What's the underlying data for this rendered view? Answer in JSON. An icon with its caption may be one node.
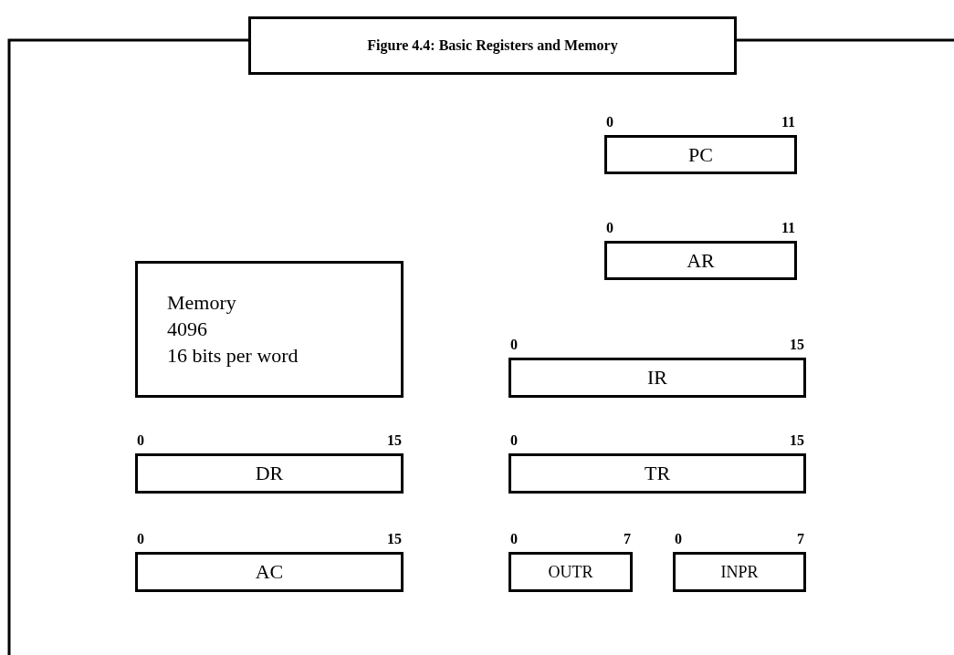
{
  "diagram": {
    "title": "Figure 4.4: Basic Registers and Memory",
    "nodes": [
      {
        "text": [
          "PC"
        ],
        "beside": [
          "0",
          "11"
        ]
      },
      {
        "text": [
          "AR"
        ],
        "beside": [
          "0",
          "11"
        ]
      },
      {
        "text": [
          "Memory",
          "4096",
          "16 bits per word"
        ]
      },
      {
        "text": [
          "IR"
        ],
        "beside": [
          "0",
          "15"
        ]
      },
      {
        "text": [
          "DR"
        ],
        "beside": [
          "0",
          "15"
        ]
      },
      {
        "text": [
          "TR"
        ],
        "beside": [
          "0",
          "15"
        ]
      },
      {
        "text": [
          "AC"
        ],
        "beside": [
          "0",
          "15"
        ]
      },
      {
        "text": [
          "OUTR"
        ],
        "beside": [
          "0",
          "7"
        ]
      },
      {
        "text": [
          "INPR"
        ],
        "beside": [
          "0",
          "7"
        ]
      }
    ]
  }
}
